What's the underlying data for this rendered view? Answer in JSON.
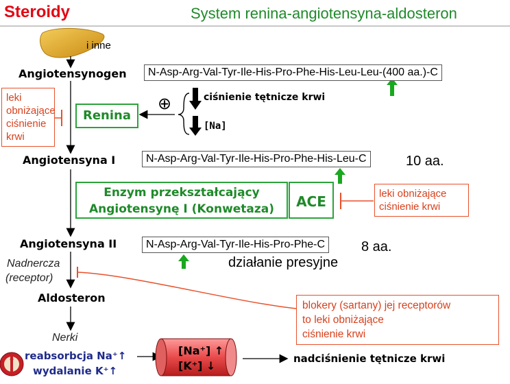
{
  "header": {
    "title_left": "Steroidy",
    "title_right": "System renina-angiotensyna-aldosteron"
  },
  "liver_label": "i inne",
  "nodes": {
    "angiotensynogen": "Angiotensynogen",
    "angiotensyna1": "Angiotensyna I",
    "angiotensyna2": "Angiotensyna II",
    "nadnercza": "Nadnercza",
    "receptor": "(receptor)",
    "aldosteron": "Aldosteron",
    "nerki": "Nerki"
  },
  "sequences": {
    "seq1": "N-Asp-Arg-Val-Tyr-Ile-His-Pro-Phe-His-Leu-Leu-(400 aa.)-C",
    "seq2": "N-Asp-Arg-Val-Tyr-Ile-His-Pro-Phe-His-Leu-C",
    "seq2_len": "10 aa.",
    "seq3": "N-Asp-Arg-Val-Tyr-Ile-His-Pro-Phe-C",
    "seq3_len": "8 aa.",
    "presyjne": "działanie presyjne"
  },
  "renina": {
    "label": "Renina",
    "plus": "⊕",
    "stimulus1": "ciśnienie tętnicze krwi",
    "stimulus2": "[Na]"
  },
  "leki1": [
    "leki",
    "obniżające",
    "ciśnienie",
    "krwi"
  ],
  "enzyme": {
    "line1": "Enzym przekształcający",
    "line2": "Angiotensynę I (Konwetaza)",
    "ace": "ACE"
  },
  "leki2": [
    "leki obniżające",
    "ciśnienie krwi"
  ],
  "blokery": [
    "blokery  (sartany) jej receptorów",
    "to leki obniżające",
    "ciśnienie krwi"
  ],
  "kidney": {
    "line1": "reabsorbcja Na⁺↑",
    "line2": "wydalanie K⁺↑"
  },
  "cylinder": {
    "line1": "[Na⁺] ↑",
    "line2": "[K⁺] ↓"
  },
  "outcome": "nadciśnienie tętnicze krwi",
  "colors": {
    "title_red": "#e30613",
    "title_green": "#1f8a2a",
    "inhibit_red": "#e8502a",
    "green_arrow": "#19a81e",
    "kidney_blue": "#1f2b8a"
  }
}
